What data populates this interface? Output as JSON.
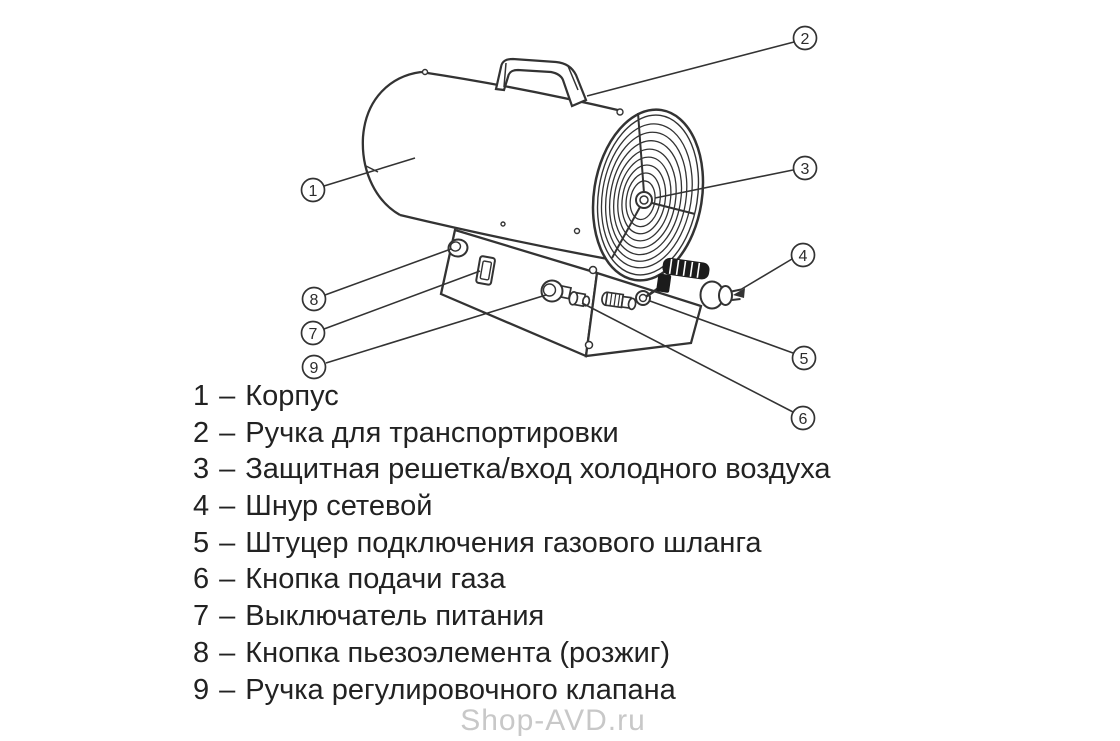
{
  "page": {
    "watermark": "Shop-AVD.ru"
  },
  "colors": {
    "line": "#333333",
    "text": "#222222",
    "watermark": "#c8c8c8"
  },
  "legend": {
    "separator": "–",
    "items": [
      {
        "num": "1",
        "label": "Корпус"
      },
      {
        "num": "2",
        "label": "Ручка для транспортировки"
      },
      {
        "num": "3",
        "label": "Защитная решетка/вход холодного воздуха"
      },
      {
        "num": "4",
        "label": "Шнур сетевой"
      },
      {
        "num": "5",
        "label": "Штуцер подключения газового шланга"
      },
      {
        "num": "6",
        "label": "Кнопка подачи газа"
      },
      {
        "num": "7",
        "label": "Выключатель питания"
      },
      {
        "num": "8",
        "label": "Кнопка пьезоэлемента (розжиг)"
      },
      {
        "num": "9",
        "label": "Ручка регулировочного клапана"
      }
    ]
  }
}
